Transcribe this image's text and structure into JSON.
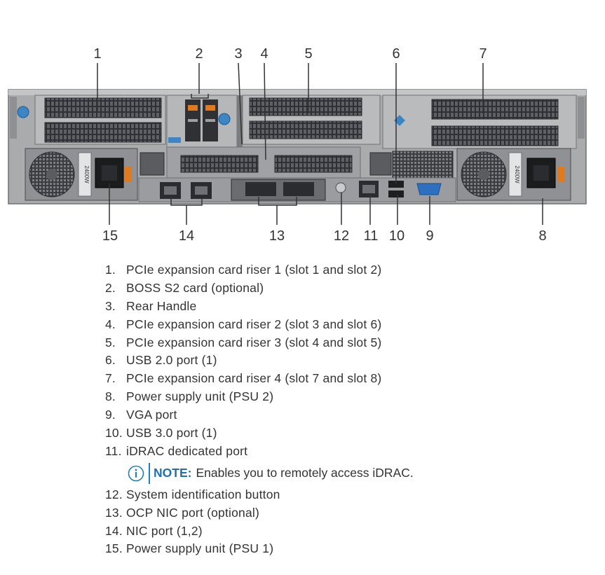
{
  "callouts": [
    "1",
    "2",
    "3",
    "4",
    "5",
    "6",
    "7",
    "8",
    "9",
    "10",
    "11",
    "12",
    "13",
    "14",
    "15"
  ],
  "legend": [
    {
      "num": "1.",
      "text": "PCIe expansion card riser 1 (slot 1 and slot 2)"
    },
    {
      "num": "2.",
      "text": "BOSS S2 card (optional)"
    },
    {
      "num": "3.",
      "text": "Rear Handle"
    },
    {
      "num": "4.",
      "text": "PCIe expansion card riser 2 (slot 3 and slot 6)"
    },
    {
      "num": "5.",
      "text": "PCIe expansion card riser 3 (slot 4 and slot 5)"
    },
    {
      "num": "6.",
      "text": "USB 2.0 port (1)"
    },
    {
      "num": "7.",
      "text": "PCIe expansion card riser 4 (slot 7 and slot 8)"
    },
    {
      "num": "8.",
      "text": "Power supply unit (PSU 2)"
    },
    {
      "num": "9.",
      "text": "VGA port"
    },
    {
      "num": "10.",
      "text": "USB 3.0 port (1)"
    },
    {
      "num": "11.",
      "text": "iDRAC dedicated port"
    },
    {
      "num": "12.",
      "text": "System identification button"
    },
    {
      "num": "13.",
      "text": "OCP NIC port (optional)"
    },
    {
      "num": "14.",
      "text": "NIC port (1,2)"
    },
    {
      "num": "15.",
      "text": "Power supply unit (PSU 1)"
    }
  ],
  "note": {
    "label": "NOTE:",
    "text": "Enables you to remotely access iDRAC."
  },
  "psu_rating": "2400W",
  "colors": {
    "chassis": "#a9abad",
    "slot": "#4a4c4f",
    "accent_blue": "#1f7fbf",
    "handle_orange": "#e07a1f",
    "text": "#333333"
  }
}
